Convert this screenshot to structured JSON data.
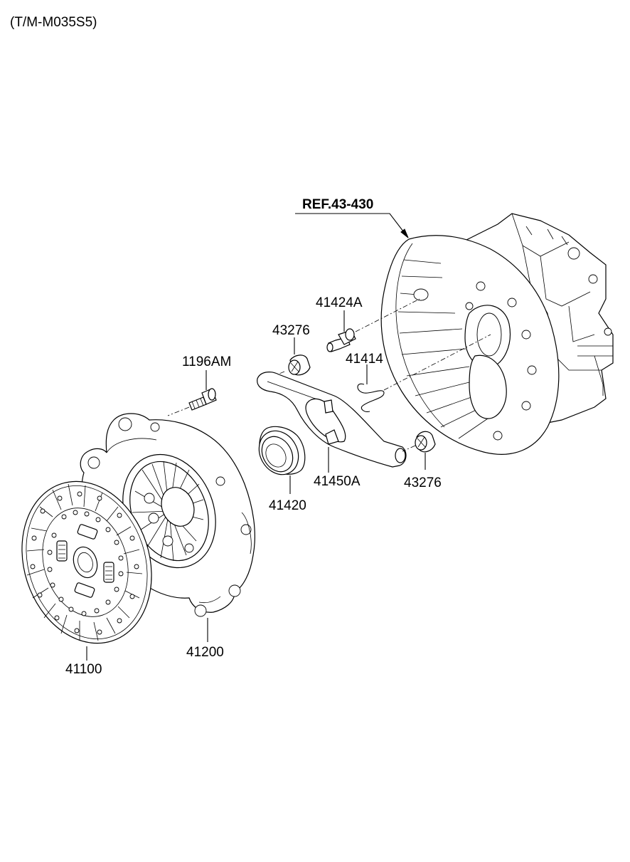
{
  "title": "(T/M-M035S5)",
  "reference": "REF.43-430",
  "parts": {
    "bolt": "1196AM",
    "fork_boot_top": "43276",
    "fitting": "41424A",
    "clip": "41414",
    "fork_boot_right": "43276",
    "fork": "41450A",
    "release_bearing": "41420",
    "cover_assembly": "41200",
    "disc": "41100"
  },
  "colors": {
    "line": "#000000",
    "background": "#ffffff"
  }
}
